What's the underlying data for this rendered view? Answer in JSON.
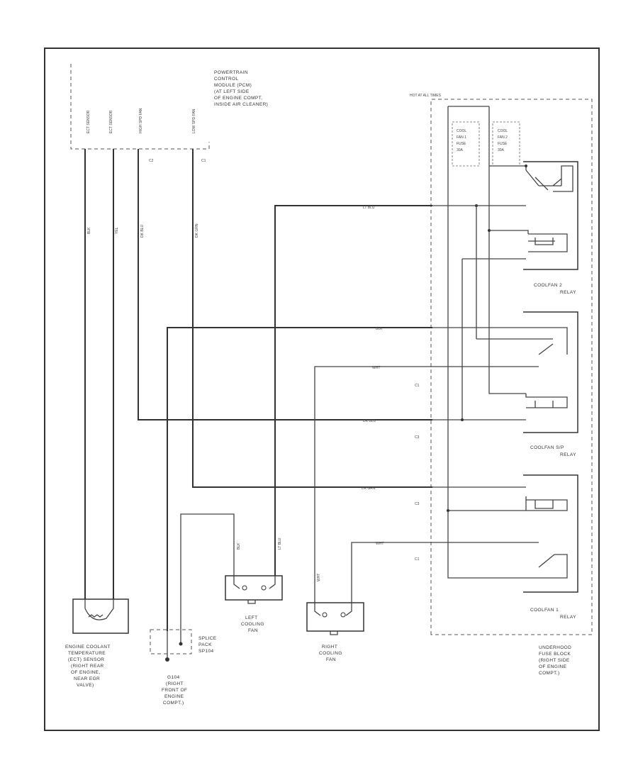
{
  "footer": {
    "ref_code": ""
  },
  "pcm": {
    "lines": [
      "POWERTRAIN",
      "CONTROL",
      "MODULE (PCM)",
      "(AT LEFT SIDE",
      "OF ENGINE COMPT,",
      "INSIDE AIR CLEANER)"
    ],
    "pin_labels": [
      "ECT SENSOR",
      "ECT SENSOR",
      "HIGH SPD FAN",
      "LOW SPD FAN"
    ],
    "conn_c2": "C2",
    "conn_c1": "C1"
  },
  "fuse_block": {
    "header": "HOT AT ALL TIMES",
    "fuse1": [
      "COOL",
      "FAN 1",
      "FUSE",
      "30A"
    ],
    "fuse2": [
      "COOL",
      "FAN 2",
      "FUSE",
      "30A"
    ],
    "lines": [
      "UNDERHOOD",
      "FUSE BLOCK",
      "(RIGHT SIDE",
      "OF ENGINE",
      "COMPT.)"
    ]
  },
  "relays": {
    "relay2": [
      "COOLFAN 2",
      "RELAY"
    ],
    "relay_sp": [
      "COOLFAN S/P",
      "RELAY"
    ],
    "relay1": [
      "COOLFAN 1",
      "RELAY"
    ]
  },
  "connector_labels": {
    "c1a": "C1",
    "c3a": "C3",
    "c3b": "C3",
    "c1b": "C1"
  },
  "wire_colors": {
    "lt_blu": "LT BLU",
    "blk_top": "BLK",
    "wht": "WHT",
    "dk_blu": "DK BLU",
    "dk_grn": "DK GRN",
    "wht2": "WHT",
    "blk_v1": "BLK",
    "yel_v": "YEL",
    "dk_blu_v": "DK BLU",
    "dk_grn_v": "DK GRN",
    "lt_blu_v": "LT BLU",
    "blk_v2": "BLK",
    "wht_v": "WHT"
  },
  "components": {
    "ect": [
      "ENGINE COOLANT",
      "TEMPERATURE",
      "(ECT) SENSOR",
      "(RIGHT REAR",
      "OF ENGINE,",
      "NEAR EGR",
      "VALVE)"
    ],
    "splice": [
      "SPLICE",
      "PACK",
      "SP104"
    ],
    "ground": [
      "G104",
      "(RIGHT",
      "FRONT OF",
      "ENGINE",
      "COMPT.)"
    ],
    "left_fan": [
      "LEFT",
      "COOLING",
      "FAN"
    ],
    "right_fan": [
      "RIGHT",
      "COOLING",
      "FAN"
    ]
  },
  "colors": {
    "yellow": "#f2ee3a",
    "blue": "#4d63c9",
    "green": "#46b24a",
    "cyan": "#3fe6f2",
    "black": "#444444",
    "white_wire": "#c8c8c8"
  }
}
